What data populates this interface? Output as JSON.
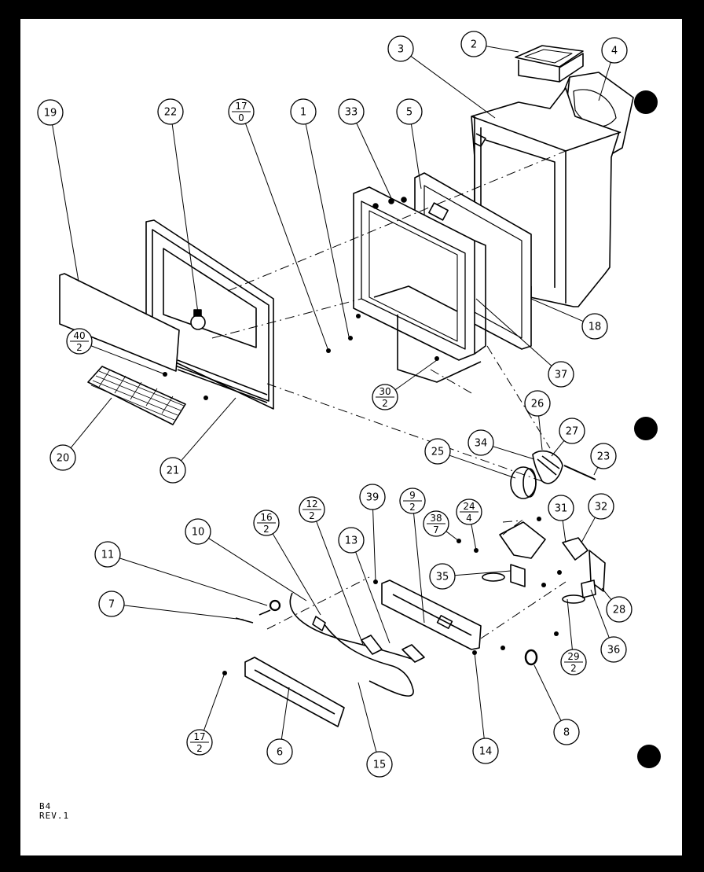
{
  "diagram": {
    "callouts": [
      {
        "id": "1",
        "label": "1"
      },
      {
        "id": "2",
        "label": "2"
      },
      {
        "id": "3",
        "label": "3"
      },
      {
        "id": "4",
        "label": "4"
      },
      {
        "id": "5",
        "label": "5"
      },
      {
        "id": "6",
        "label": "6"
      },
      {
        "id": "7",
        "label": "7"
      },
      {
        "id": "8",
        "label": "8"
      },
      {
        "id": "10",
        "label": "10"
      },
      {
        "id": "11",
        "label": "11"
      },
      {
        "id": "13",
        "label": "13"
      },
      {
        "id": "14",
        "label": "14"
      },
      {
        "id": "15",
        "label": "15"
      },
      {
        "id": "18",
        "label": "18"
      },
      {
        "id": "19",
        "label": "19"
      },
      {
        "id": "20",
        "label": "20"
      },
      {
        "id": "21",
        "label": "21"
      },
      {
        "id": "22",
        "label": "22"
      },
      {
        "id": "23",
        "label": "23"
      },
      {
        "id": "25",
        "label": "25"
      },
      {
        "id": "26",
        "label": "26"
      },
      {
        "id": "27",
        "label": "27"
      },
      {
        "id": "28",
        "label": "28"
      },
      {
        "id": "31",
        "label": "31"
      },
      {
        "id": "32",
        "label": "32"
      },
      {
        "id": "33",
        "label": "33"
      },
      {
        "id": "34",
        "label": "34"
      },
      {
        "id": "35",
        "label": "35"
      },
      {
        "id": "36",
        "label": "36"
      },
      {
        "id": "37",
        "label": "37"
      },
      {
        "id": "39",
        "label": "39"
      }
    ],
    "fraction_callouts": [
      {
        "id": "17-0",
        "top": "17",
        "bottom": "0"
      },
      {
        "id": "40-2",
        "top": "40",
        "bottom": "2"
      },
      {
        "id": "30-2",
        "top": "30",
        "bottom": "2"
      },
      {
        "id": "16-2",
        "top": "16",
        "bottom": "2"
      },
      {
        "id": "12-2",
        "top": "12",
        "bottom": "2"
      },
      {
        "id": "9-2",
        "top": "9",
        "bottom": "2"
      },
      {
        "id": "38-7",
        "top": "38",
        "bottom": "7"
      },
      {
        "id": "24-4",
        "top": "24",
        "bottom": "4"
      },
      {
        "id": "29-2",
        "top": "29",
        "bottom": "2"
      },
      {
        "id": "17-2",
        "top": "17",
        "bottom": "2"
      }
    ],
    "sheet_code": "B4",
    "revision": "REV.1"
  }
}
